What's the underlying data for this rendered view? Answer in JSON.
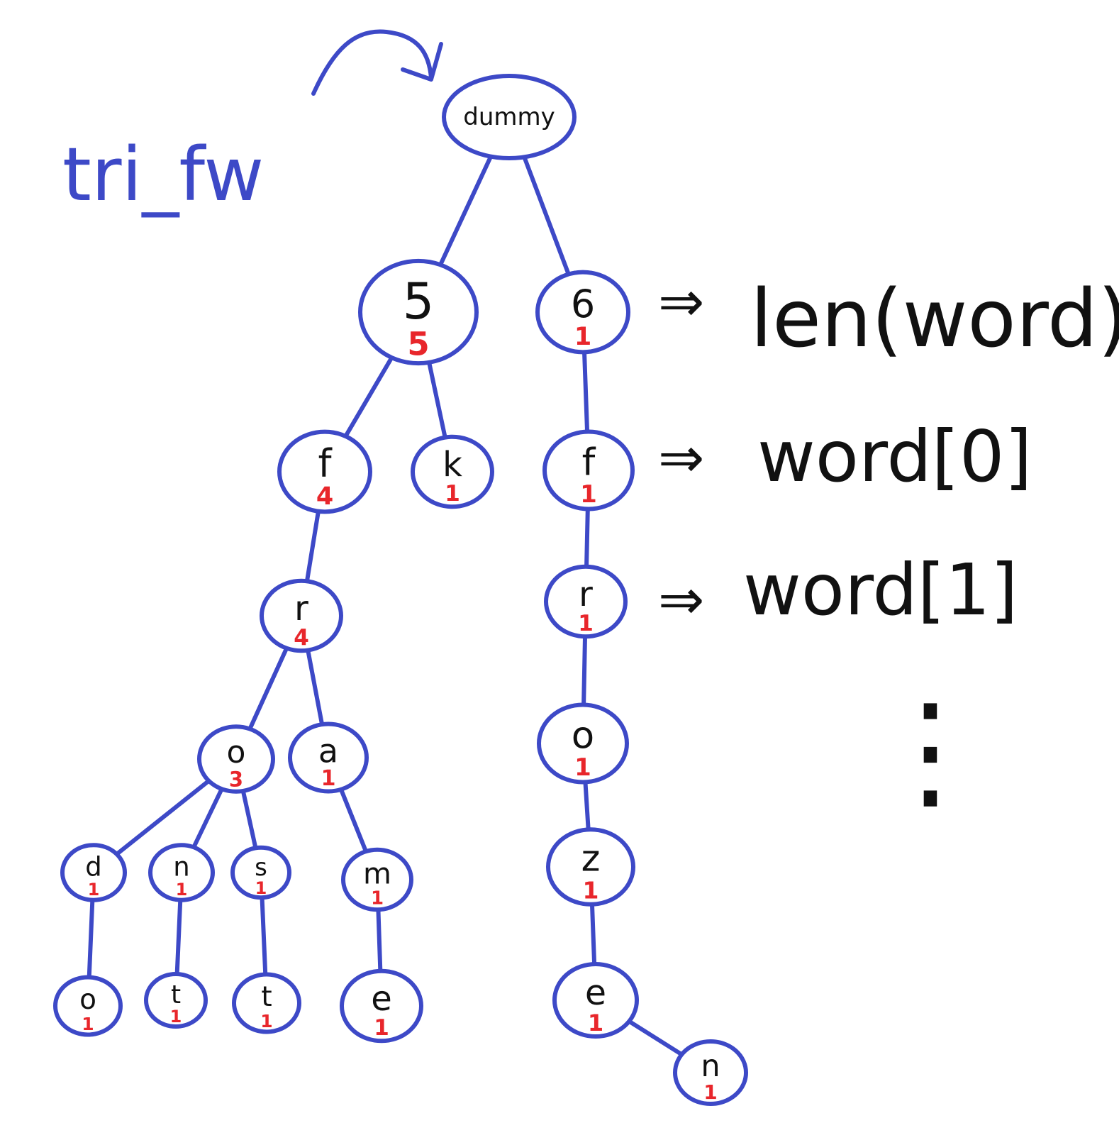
{
  "title": "tri_fw",
  "colors": {
    "stroke": "#3d49c7",
    "label": "#111111",
    "count": "#e8262b"
  },
  "annotations": [
    {
      "id": "level1",
      "arrow": "⇒",
      "text": "len(word)"
    },
    {
      "id": "level2",
      "arrow": "⇒",
      "text": "word[0]"
    },
    {
      "id": "level3",
      "arrow": "⇒",
      "text": "word[1]"
    },
    {
      "id": "ellipsis",
      "arrow": "",
      "text": "⋮"
    }
  ],
  "nodes": [
    {
      "id": "root",
      "label": "dummy",
      "count": ""
    },
    {
      "id": "n5",
      "label": "5",
      "count": "5"
    },
    {
      "id": "n6",
      "label": "6",
      "count": "1"
    },
    {
      "id": "n5f",
      "label": "f",
      "count": "4"
    },
    {
      "id": "n5k",
      "label": "k",
      "count": "1"
    },
    {
      "id": "n6f",
      "label": "f",
      "count": "1"
    },
    {
      "id": "n5fr",
      "label": "r",
      "count": "4"
    },
    {
      "id": "n6fr",
      "label": "r",
      "count": "1"
    },
    {
      "id": "n5fro",
      "label": "o",
      "count": "3"
    },
    {
      "id": "n5fra",
      "label": "a",
      "count": "1"
    },
    {
      "id": "n6fro",
      "label": "o",
      "count": "1"
    },
    {
      "id": "n5frod",
      "label": "d",
      "count": "1"
    },
    {
      "id": "n5fron",
      "label": "n",
      "count": "1"
    },
    {
      "id": "n5fros",
      "label": "s",
      "count": "1"
    },
    {
      "id": "n5fram",
      "label": "m",
      "count": "1"
    },
    {
      "id": "n6froz",
      "label": "z",
      "count": "1"
    },
    {
      "id": "n5frodo",
      "label": "o",
      "count": "1"
    },
    {
      "id": "n5front",
      "label": "t",
      "count": "1"
    },
    {
      "id": "n5frost",
      "label": "t",
      "count": "1"
    },
    {
      "id": "n5frame",
      "label": "e",
      "count": "1"
    },
    {
      "id": "n6froze",
      "label": "e",
      "count": "1"
    },
    {
      "id": "n6frozen",
      "label": "n",
      "count": "1"
    }
  ],
  "edges": [
    [
      "root",
      "n5"
    ],
    [
      "root",
      "n6"
    ],
    [
      "n5",
      "n5f"
    ],
    [
      "n5",
      "n5k"
    ],
    [
      "n6",
      "n6f"
    ],
    [
      "n5f",
      "n5fr"
    ],
    [
      "n6f",
      "n6fr"
    ],
    [
      "n5fr",
      "n5fro"
    ],
    [
      "n5fr",
      "n5fra"
    ],
    [
      "n6fr",
      "n6fro"
    ],
    [
      "n5fro",
      "n5frod"
    ],
    [
      "n5fro",
      "n5fron"
    ],
    [
      "n5fro",
      "n5fros"
    ],
    [
      "n5fra",
      "n5fram"
    ],
    [
      "n6fro",
      "n6froz"
    ],
    [
      "n5frod",
      "n5frodo"
    ],
    [
      "n5fron",
      "n5front"
    ],
    [
      "n5fros",
      "n5frost"
    ],
    [
      "n5fram",
      "n5frame"
    ],
    [
      "n6froz",
      "n6froze"
    ],
    [
      "n6froze",
      "n6frozen"
    ]
  ]
}
